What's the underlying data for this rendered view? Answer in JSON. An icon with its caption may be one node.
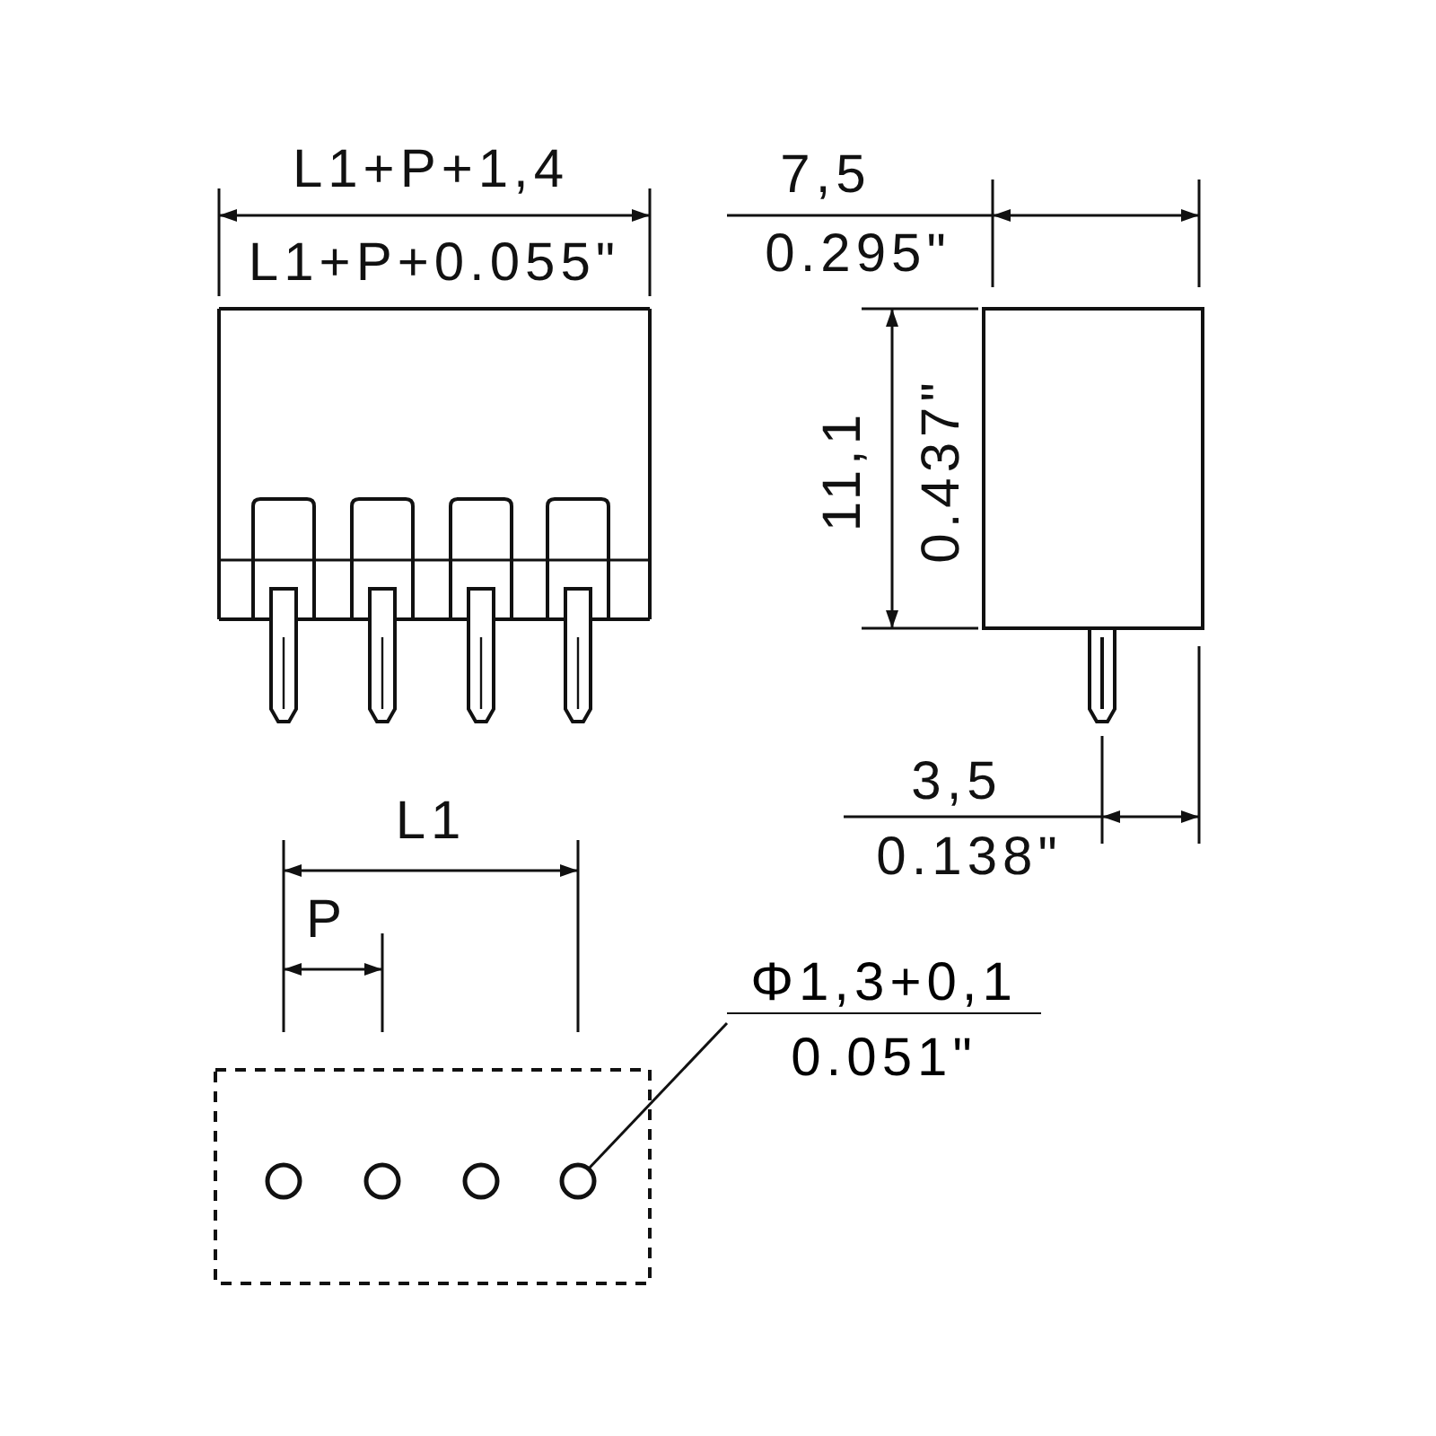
{
  "diagram": {
    "nodes": [
      {
        "text": [
          "Φ1,3+0,1",
          "0.051\""
        ]
      },
      {
        "text": [],
        "shape": "circle"
      },
      {
        "text": [],
        "shape": "circle"
      },
      {
        "text": [],
        "shape": "circle"
      },
      {
        "text": [],
        "shape": "circle"
      }
    ],
    "edges": [
      {
        "from": 0,
        "to": 4,
        "arrow": "none"
      }
    ],
    "labels": [
      "L1+P+1,4",
      "7,5",
      "L1+P+0.055\"",
      "0.295\"",
      "11,1",
      "0.437\"",
      "3,5",
      "0.138\"",
      "L1",
      "P"
    ]
  }
}
